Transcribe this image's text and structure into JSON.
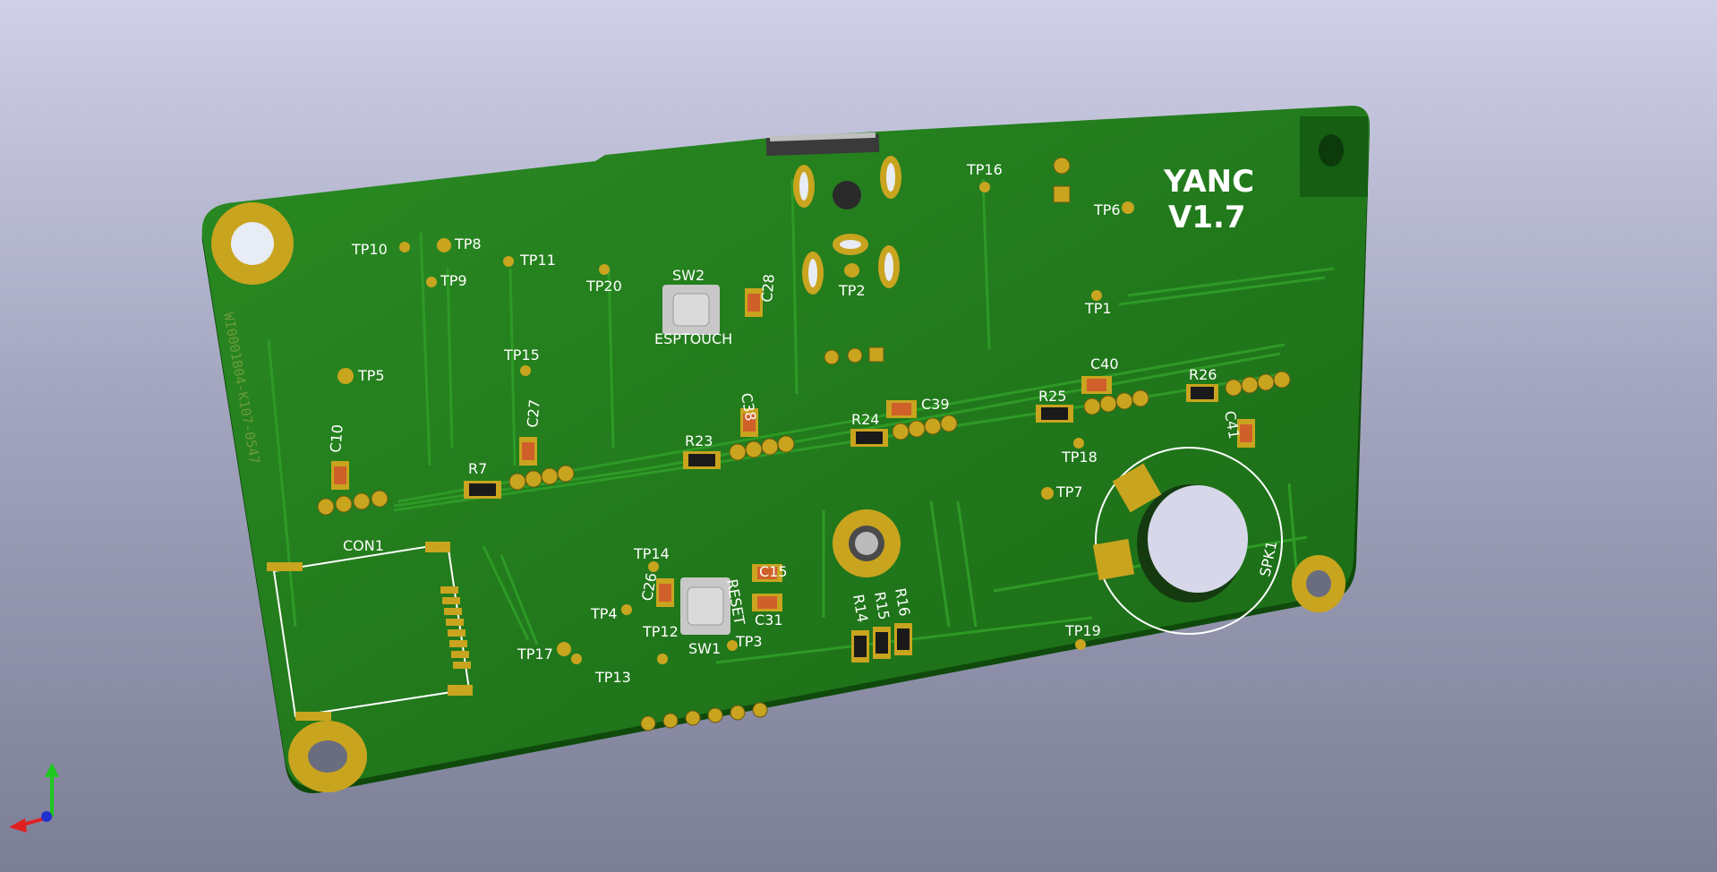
{
  "board": {
    "title_line1": "YANC",
    "title_line2": "V1.7",
    "side_marking": "WI0001B04-K107-0547"
  },
  "components": {
    "sw2": "SW2",
    "sw2_label": "ESPTOUCH",
    "sw1": "SW1",
    "sw1_label": "RESET",
    "con1": "CON1",
    "spk1": "SPK1",
    "c10": "C10",
    "c15": "C15",
    "c26": "C26",
    "c27": "C27",
    "c28": "C28",
    "c31": "C31",
    "c38": "C38",
    "c39": "C39",
    "c40": "C40",
    "c41": "C41",
    "r7": "R7",
    "r14": "R14",
    "r15": "R15",
    "r16": "R16",
    "r23": "R23",
    "r24": "R24",
    "r25": "R25",
    "r26": "R26"
  },
  "test_points": {
    "tp1": "TP1",
    "tp2": "TP2",
    "tp3": "TP3",
    "tp4": "TP4",
    "tp5": "TP5",
    "tp6": "TP6",
    "tp7": "TP7",
    "tp8": "TP8",
    "tp9": "TP9",
    "tp10": "TP10",
    "tp11": "TP11",
    "tp12": "TP12",
    "tp13": "TP13",
    "tp14": "TP14",
    "tp15": "TP15",
    "tp16": "TP16",
    "tp17": "TP17",
    "tp18": "TP18",
    "tp19": "TP19",
    "tp20": "TP20"
  },
  "colors": {
    "background_top": "#cfd0e6",
    "background_bottom": "#7c7e96",
    "board_green": "#1f7a1a",
    "pad_gold": "#c9a41f",
    "silkscreen": "#ffffff"
  }
}
